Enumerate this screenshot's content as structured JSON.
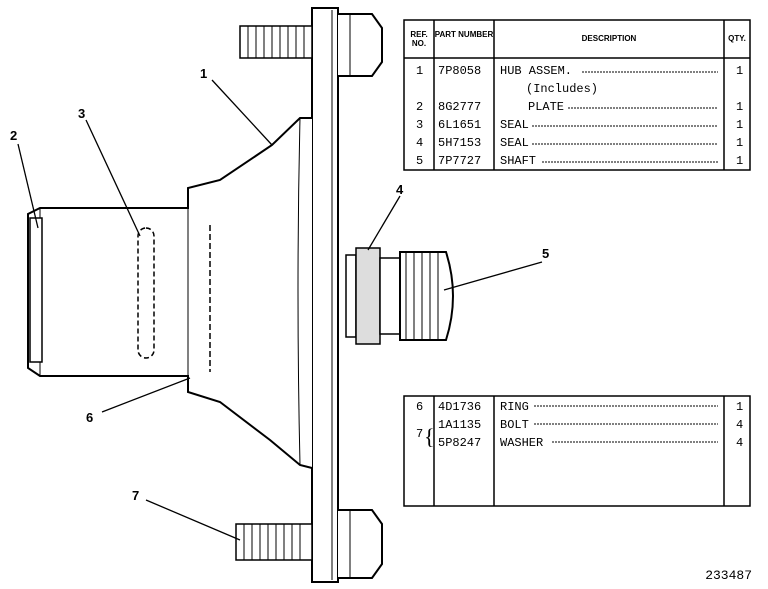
{
  "callouts": [
    "1",
    "2",
    "3",
    "4",
    "5",
    "6",
    "7"
  ],
  "parts_table": {
    "headers": {
      "ref": "REF. NO.",
      "part": "PART NUMBER",
      "desc": "DESCRIPTION",
      "qty": "QTY."
    },
    "rows": [
      {
        "ref": "1",
        "part": "7P8058",
        "desc": "HUB ASSEM.",
        "qty": "1"
      },
      {
        "ref": "",
        "part": "",
        "desc": "(Includes)",
        "qty": ""
      },
      {
        "ref": "2",
        "part": "8G2777",
        "desc": "PLATE",
        "qty": "1"
      },
      {
        "ref": "3",
        "part": "6L1651",
        "desc": "SEAL",
        "qty": "1"
      },
      {
        "ref": "4",
        "part": "5H7153",
        "desc": "SEAL",
        "qty": "1"
      },
      {
        "ref": "5",
        "part": "7P7727",
        "desc": "SHAFT",
        "qty": "1"
      }
    ]
  },
  "parts_table_2": {
    "rows": [
      {
        "ref": "6",
        "part": "4D1736",
        "desc": "RING",
        "qty": "1"
      },
      {
        "ref": "7",
        "part": "1A1135",
        "desc": "BOLT",
        "qty": "4"
      },
      {
        "ref": "",
        "part": "5P8247",
        "desc": "WASHER",
        "qty": "4"
      }
    ]
  },
  "figure_number": "233487"
}
